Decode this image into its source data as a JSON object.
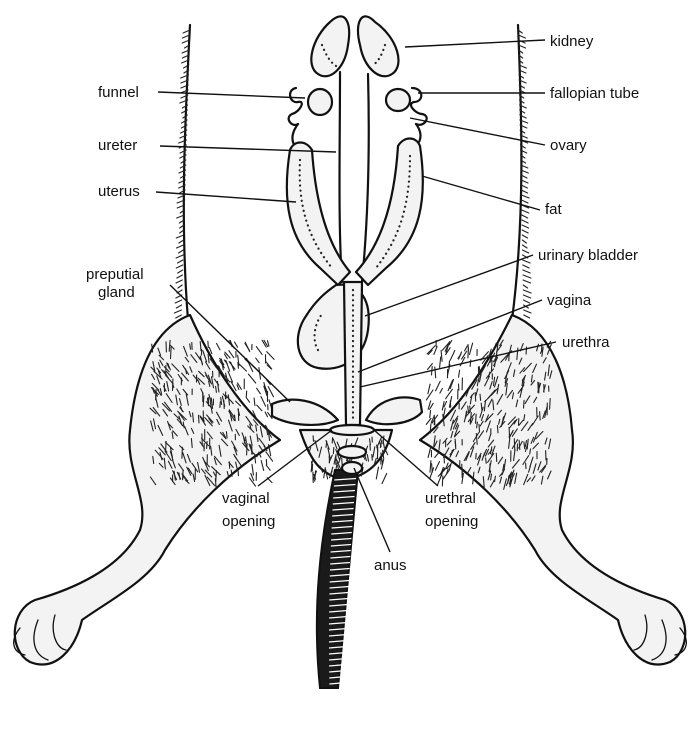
{
  "labels": {
    "kidney": "kidney",
    "funnel": "funnel",
    "fallopian_tube": "fallopian tube",
    "ureter": "ureter",
    "ovary": "ovary",
    "uterus": "uterus",
    "fat": "fat",
    "urinary_bladder": "urinary bladder",
    "preputial_gland_line1": "preputial",
    "preputial_gland_line2": "gland",
    "vagina": "vagina",
    "urethra": "urethra",
    "vaginal_opening_line1": "vaginal",
    "vaginal_opening_line2": "opening",
    "urethral_opening_line1": "urethral",
    "urethral_opening_line2": "opening",
    "anus": "anus"
  }
}
